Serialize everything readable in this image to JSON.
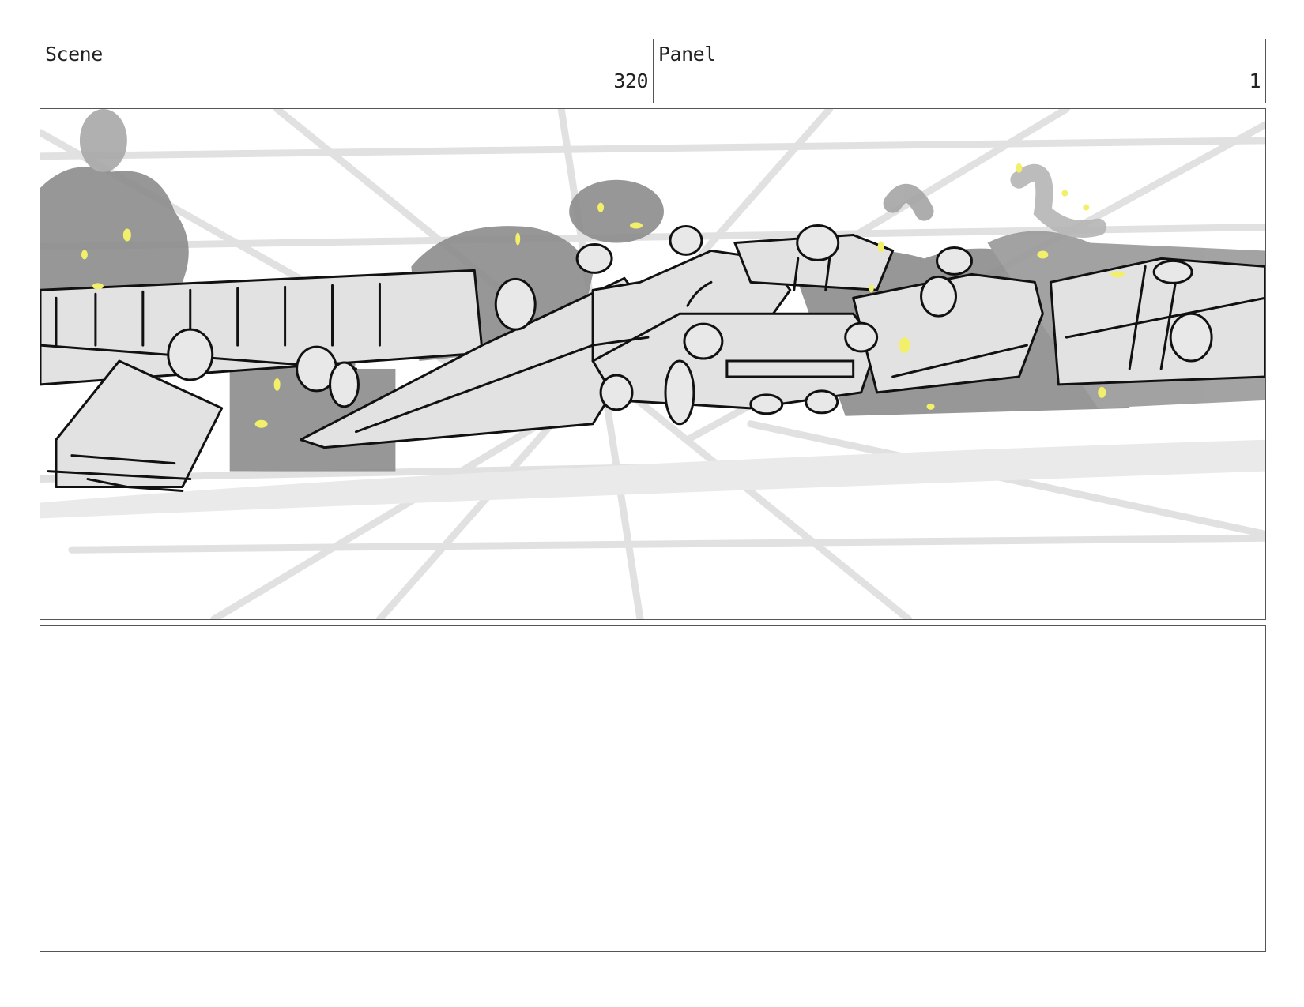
{
  "header": {
    "scene_label": "Scene",
    "scene_number": "320",
    "panel_label": "Panel",
    "panel_number": "1"
  },
  "colors": {
    "smoke": "#8c8c8c",
    "ink": "#111111",
    "speed_lines": "#dcdcdc",
    "sparks": "#f2f06a"
  }
}
